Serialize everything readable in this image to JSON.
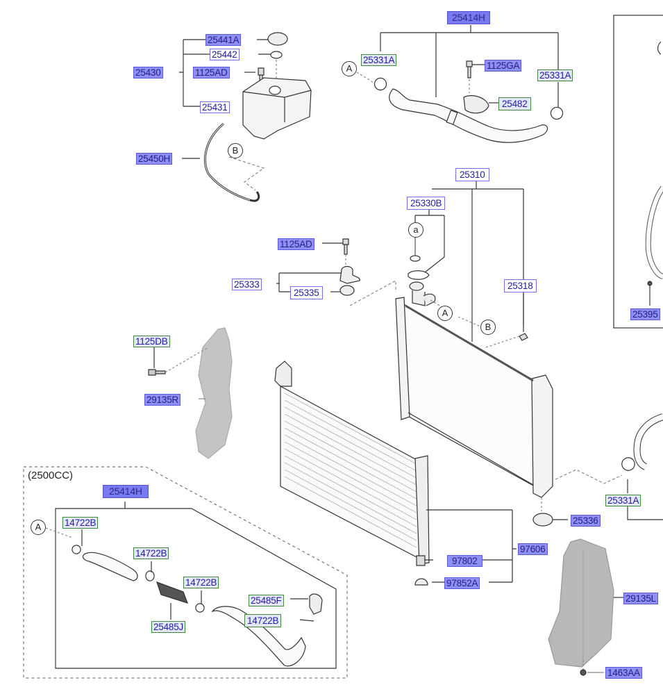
{
  "diagram": {
    "title": "Radiator / Coolant System Parts Diagram",
    "variant_note": "(2500CC)",
    "reference_markers": [
      "A",
      "B",
      "a"
    ],
    "colors": {
      "label_filled": "#8f8ff2",
      "label_border_blue": "#6f6fe6",
      "label_border_green": "#3d8a3d",
      "label_text": "#1a1aa0",
      "line": "#333333"
    },
    "labels": {
      "l_25441A": "25441A",
      "l_25442": "25442",
      "l_25430": "25430",
      "l_1125AD_top": "1125AD",
      "l_25431": "25431",
      "l_25450H": "25450H",
      "l_25414H_top": "25414H",
      "l_25331A_left": "25331A",
      "l_1125GA": "1125GA",
      "l_25331A_right": "25331A",
      "l_25482": "25482",
      "l_25310": "25310",
      "l_25330B": "25330B",
      "l_1125AD_mid": "1125AD",
      "l_25333": "25333",
      "l_25335": "25335",
      "l_25318": "25318",
      "l_25395": "25395",
      "l_1125DB": "1125DB",
      "l_29135R": "29135R",
      "l_25414H_box": "25414H",
      "l_14722B_1": "14722B",
      "l_14722B_2": "14722B",
      "l_14722B_3": "14722B",
      "l_14722B_4": "14722B",
      "l_25485F": "25485F",
      "l_25485J": "25485J",
      "l_25331A_lower": "25331A",
      "l_25336": "25336",
      "l_97606": "97606",
      "l_97802": "97802",
      "l_97852A": "97852A",
      "l_29135L": "29135L",
      "l_1463AA": "1463AA"
    }
  }
}
